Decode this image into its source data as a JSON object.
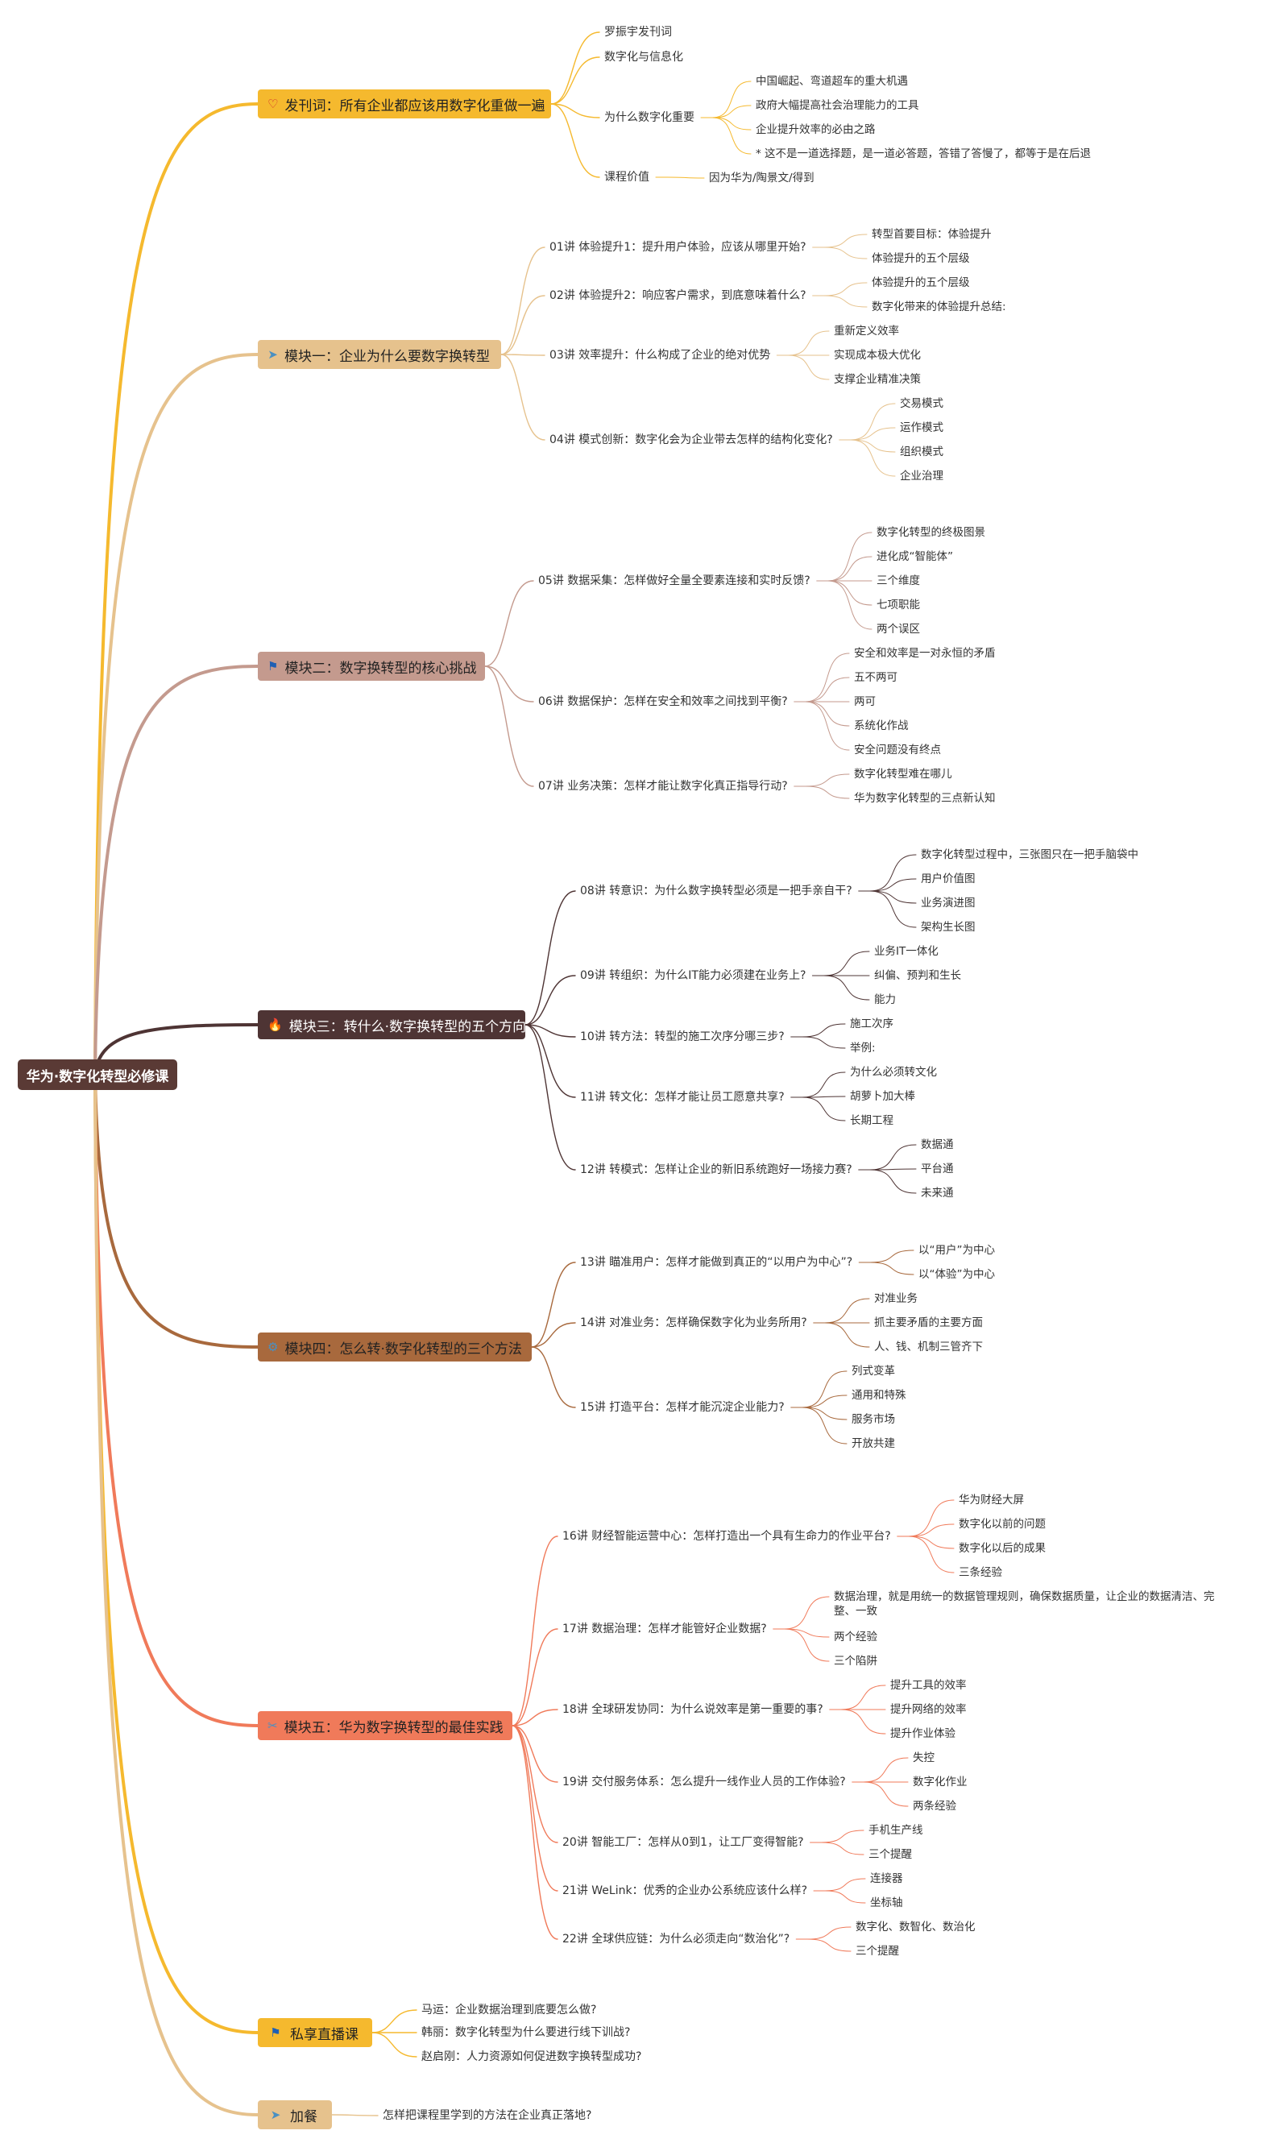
{
  "root": {
    "title": "华为·数字化转型必修课"
  },
  "colors": {
    "b0": "#f5b92e",
    "b1": "#e6c28d",
    "b2": "#c49a8e",
    "b3": "#4e3434",
    "b4": "#a8693d",
    "b5": "#f07a5a",
    "b6": "#f5b92e",
    "b7": "#e6c28d"
  },
  "branches": [
    {
      "title": "发刊词：所有企业都应该用数字化重做一遍",
      "icon": "heart-icon",
      "children": [
        {
          "label": "罗振宇发刊词"
        },
        {
          "label": "数字化与信息化"
        },
        {
          "label": "为什么数字化重要",
          "children": [
            "中国崛起、弯道超车的重大机遇",
            "政府大幅提高社会治理能力的工具",
            "企业提升效率的必由之路",
            "* 这不是一道选择题，是一道必答题，答错了答慢了，都等于是在后退"
          ]
        },
        {
          "label": "课程价值",
          "children": [
            "因为华为/陶景文/得到"
          ]
        }
      ]
    },
    {
      "title": "模块一：企业为什么要数字换转型",
      "icon": "paper-plane-icon",
      "children": [
        {
          "label": "01讲 体验提升1：提升用户体验，应该从哪里开始?",
          "children": [
            "转型首要目标：体验提升",
            "体验提升的五个层级"
          ]
        },
        {
          "label": "02讲 体验提升2：响应客户需求，到底意味着什么?",
          "children": [
            "体验提升的五个层级",
            "数字化带来的体验提升总结:"
          ]
        },
        {
          "label": "03讲 效率提升：什么构成了企业的绝对优势",
          "children": [
            "重新定义效率",
            "实现成本极大优化",
            "支撑企业精准决策"
          ]
        },
        {
          "label": "04讲 模式创新：数字化会为企业带去怎样的结构化变化?",
          "children": [
            "交易模式",
            "运作模式",
            "组织模式",
            "企业治理"
          ]
        }
      ]
    },
    {
      "title": "模块二：数字换转型的核心挑战",
      "icon": "flag-icon",
      "children": [
        {
          "label": "05讲 数据采集：怎样做好全量全要素连接和实时反馈?",
          "children": [
            "数字化转型的终极图景",
            "进化成“智能体”",
            "三个维度",
            "七项职能",
            "两个误区"
          ]
        },
        {
          "label": "06讲 数据保护：怎样在安全和效率之间找到平衡?",
          "children": [
            "安全和效率是一对永恒的矛盾",
            "五不两可",
            "两可",
            "系统化作战",
            "安全问题没有终点"
          ]
        },
        {
          "label": "07讲 业务决策：怎样才能让数字化真正指导行动?",
          "children": [
            "数字化转型难在哪儿",
            "华为数字化转型的三点新认知"
          ]
        }
      ]
    },
    {
      "title": "模块三：转什么·数字换转型的五个方向",
      "icon": "fire-icon",
      "children": [
        {
          "label": "08讲 转意识：为什么数字换转型必须是一把手亲自干?",
          "children": [
            "数字化转型过程中，三张图只在一把手脑袋中",
            "用户价值图",
            "业务演进图",
            "架构生长图"
          ]
        },
        {
          "label": "09讲 转组织：为什么IT能力必须建在业务上?",
          "children": [
            "业务IT一体化",
            "纠偏、预判和生长",
            "能力"
          ]
        },
        {
          "label": "10讲 转方法：转型的施工次序分哪三步?",
          "children": [
            "施工次序",
            "举例:"
          ]
        },
        {
          "label": "11讲 转文化：怎样才能让员工愿意共享?",
          "children": [
            "为什么必须转文化",
            "胡萝卜加大棒",
            "长期工程"
          ]
        },
        {
          "label": "12讲 转模式：怎样让企业的新旧系统跑好一场接力赛?",
          "children": [
            "数据通",
            "平台通",
            "未来通"
          ]
        }
      ]
    },
    {
      "title": "模块四：怎么转·数字化转型的三个方法",
      "icon": "gear-icon",
      "children": [
        {
          "label": "13讲 瞄准用户：怎样才能做到真正的“以用户为中心”?",
          "children": [
            "以“用户”为中心",
            "以“体验”为中心"
          ]
        },
        {
          "label": "14讲 对准业务：怎样确保数字化为业务所用?",
          "children": [
            "对准业务",
            "抓主要矛盾的主要方面",
            "人、钱、机制三管齐下"
          ]
        },
        {
          "label": "15讲 打造平台：怎样才能沉淀企业能力?",
          "children": [
            "列式变革",
            "通用和特殊",
            "服务市场",
            "开放共建"
          ]
        }
      ]
    },
    {
      "title": "模块五：华为数字换转型的最佳实践",
      "icon": "tools-icon",
      "children": [
        {
          "label": "16讲 财经智能运营中心：怎样打造出一个具有生命力的作业平台?",
          "children": [
            "华为财经大屏",
            "数字化以前的问题",
            "数字化以后的成果",
            "三条经验"
          ]
        },
        {
          "label": "17讲 数据治理：怎样才能管好企业数据?",
          "children": [
            "数据治理，就是用统一的数据管理规则，确保数据质量，让企业的数据清洁、完整、一致",
            "两个经验",
            "三个陷阱"
          ]
        },
        {
          "label": "18讲 全球研发协同：为什么说效率是第一重要的事?",
          "children": [
            "提升工具的效率",
            "提升网络的效率",
            "提升作业体验"
          ]
        },
        {
          "label": "19讲 交付服务体系：怎么提升一线作业人员的工作体验?",
          "children": [
            "失控",
            "数字化作业",
            "两条经验"
          ]
        },
        {
          "label": "20讲 智能工厂：怎样从0到1，让工厂变得智能?",
          "children": [
            "手机生产线",
            "三个提醒"
          ]
        },
        {
          "label": "21讲 WeLink：优秀的企业办公系统应该什么样?",
          "children": [
            "连接器",
            "坐标轴"
          ]
        },
        {
          "label": "22讲 全球供应链：为什么必须走向“数治化”?",
          "children": [
            "数字化、数智化、数治化",
            "三个提醒"
          ]
        }
      ]
    },
    {
      "title": "私享直播课",
      "icon": "flag-icon",
      "children": [
        {
          "label": "马运：企业数据治理到底要怎么做?"
        },
        {
          "label": "韩丽：数字化转型为什么要进行线下训战?"
        },
        {
          "label": "赵启刚：人力资源如何促进数字换转型成功?"
        }
      ]
    },
    {
      "title": "加餐",
      "icon": "paper-plane-icon",
      "children": [
        {
          "label": "怎样把课程里学到的方法在企业真正落地?"
        }
      ]
    }
  ]
}
